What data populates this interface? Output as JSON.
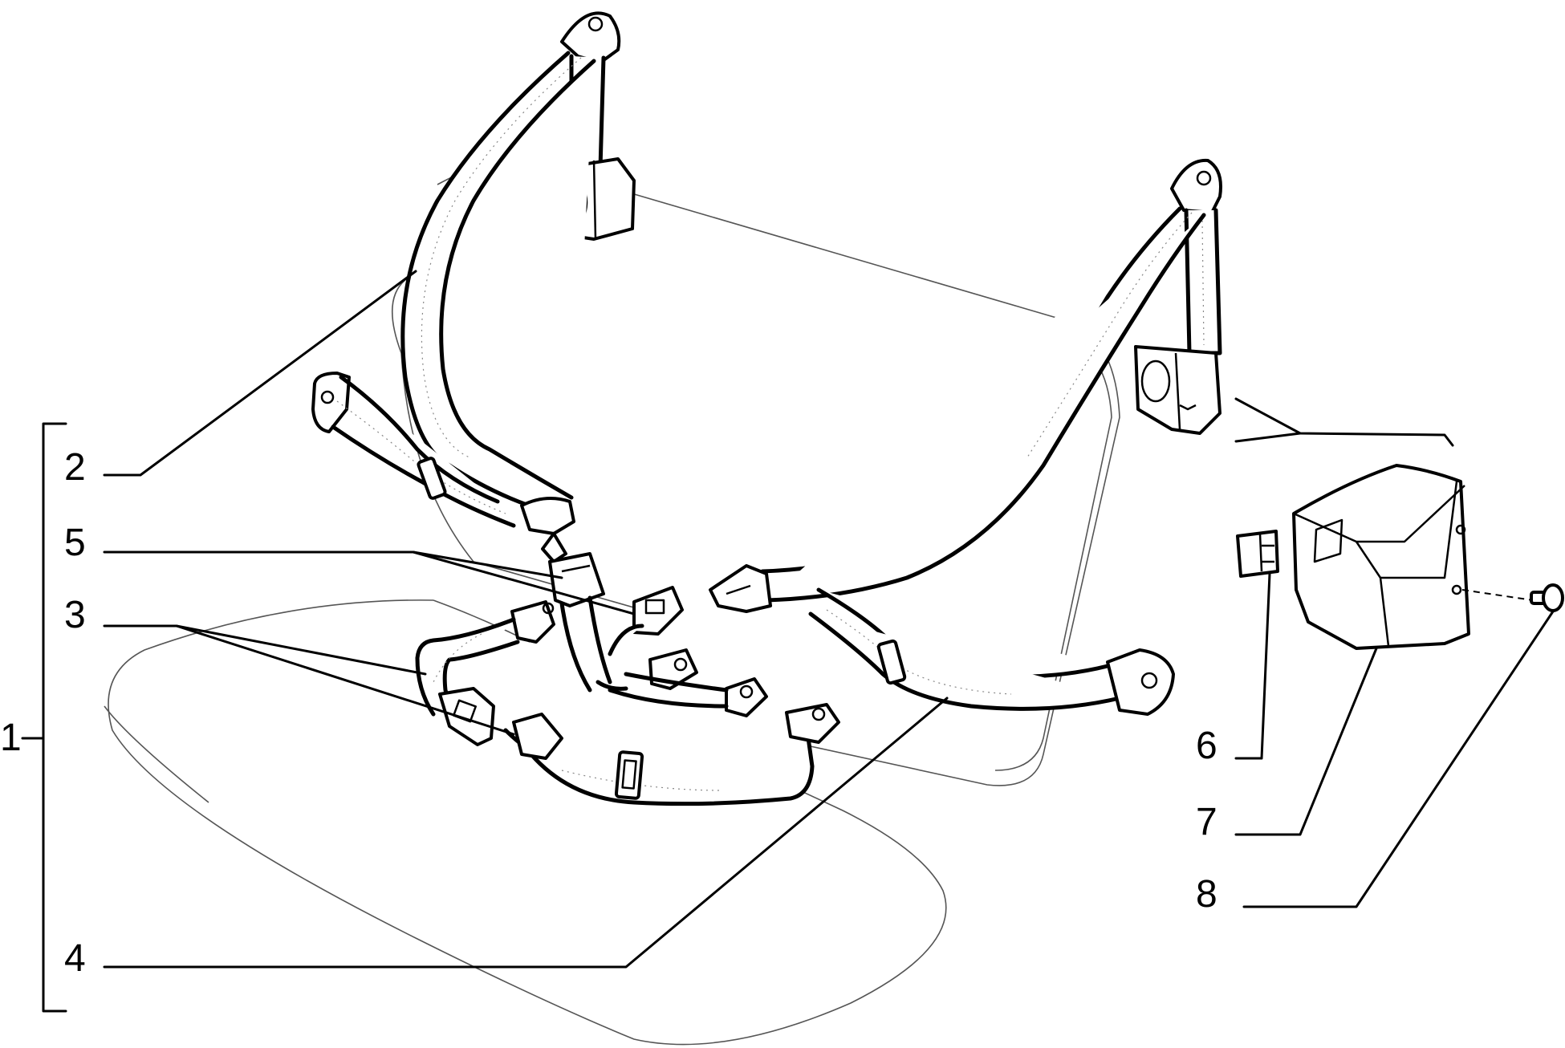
{
  "callouts": {
    "c1": "1",
    "c2": "2",
    "c3": "3",
    "c4": "4",
    "c5": "5",
    "c6": "6",
    "c7": "7",
    "c8": "8"
  },
  "colors": {
    "line": "#000000",
    "seat_outline": "#555555",
    "background": "#ffffff"
  }
}
